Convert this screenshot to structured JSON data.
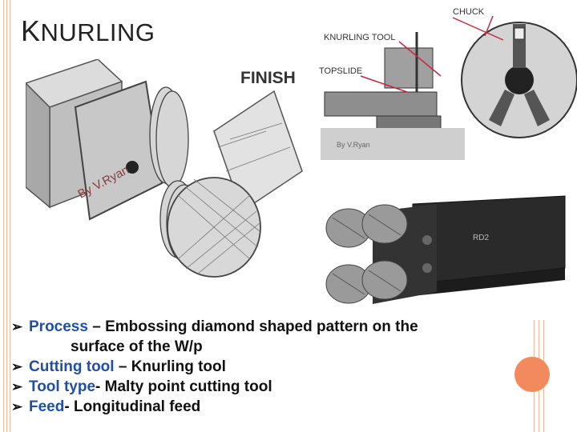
{
  "slide": {
    "title": "KNURLING",
    "title_first": "K",
    "title_rest": "NURLING"
  },
  "figure_knurl": {
    "label_finish": "FINISH",
    "credit": "By V.Ryan"
  },
  "figure_lathe": {
    "label_chuck": "CHUCK",
    "label_knurling_tool": "KNURLING TOOL",
    "label_topslide": "TOPSLIDE",
    "credit": "By V.Ryan"
  },
  "figure_photo": {
    "tool_mark": "RD2"
  },
  "bullets": [
    {
      "key": "Process",
      "rest": " – Embossing diamond shaped pattern on the",
      "cont": "surface of the  W/p"
    },
    {
      "key": "Cutting tool",
      "rest": " – Knurling tool"
    },
    {
      "key": "Tool type",
      "rest": "- Malty point cutting tool"
    },
    {
      "key": "Feed",
      "rest": "- Longitudinal feed"
    }
  ],
  "colors": {
    "accent": "#1f4fa6",
    "decor": "#f38a5e"
  }
}
